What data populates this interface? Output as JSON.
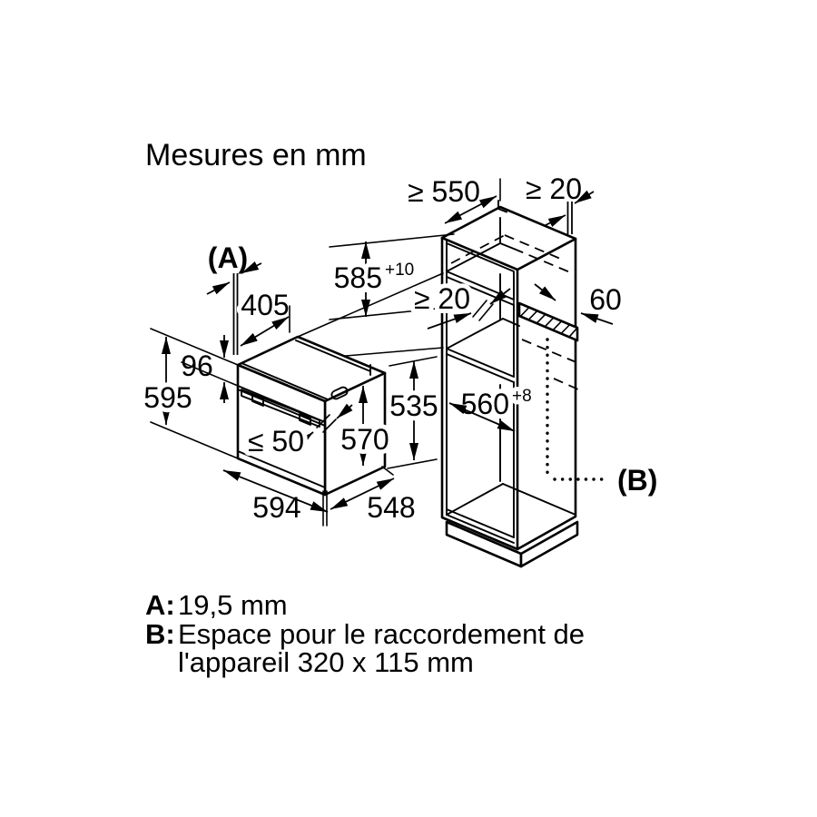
{
  "title": "Mesures en mm",
  "oven": {
    "corner_label": "(A)",
    "dim_top_depth": "405",
    "dim_panel_height": "96",
    "dim_height": "595",
    "dim_handle_clearance": "≤ 50",
    "dim_inner_height": "570",
    "dim_width": "594",
    "dim_depth": "548",
    "dim_rear_height": "535"
  },
  "cabinet": {
    "dim_depth_min": "≥ 550",
    "dim_top_rear_gap": "≥ 20",
    "dim_niche_height": "585",
    "dim_niche_height_tol": "+10",
    "dim_shelf_rear_gap": "≥ 20",
    "dim_vent_depth": "60",
    "dim_niche_width": "560",
    "dim_niche_width_tol": "+8",
    "connection_label": "(B)"
  },
  "legend": {
    "a_key": "A:",
    "a_value": "19,5 mm",
    "b_key": "B:",
    "b_value_line1": "Espace pour le raccordement de",
    "b_value_line2": "l'appareil 320 x 115 mm"
  }
}
